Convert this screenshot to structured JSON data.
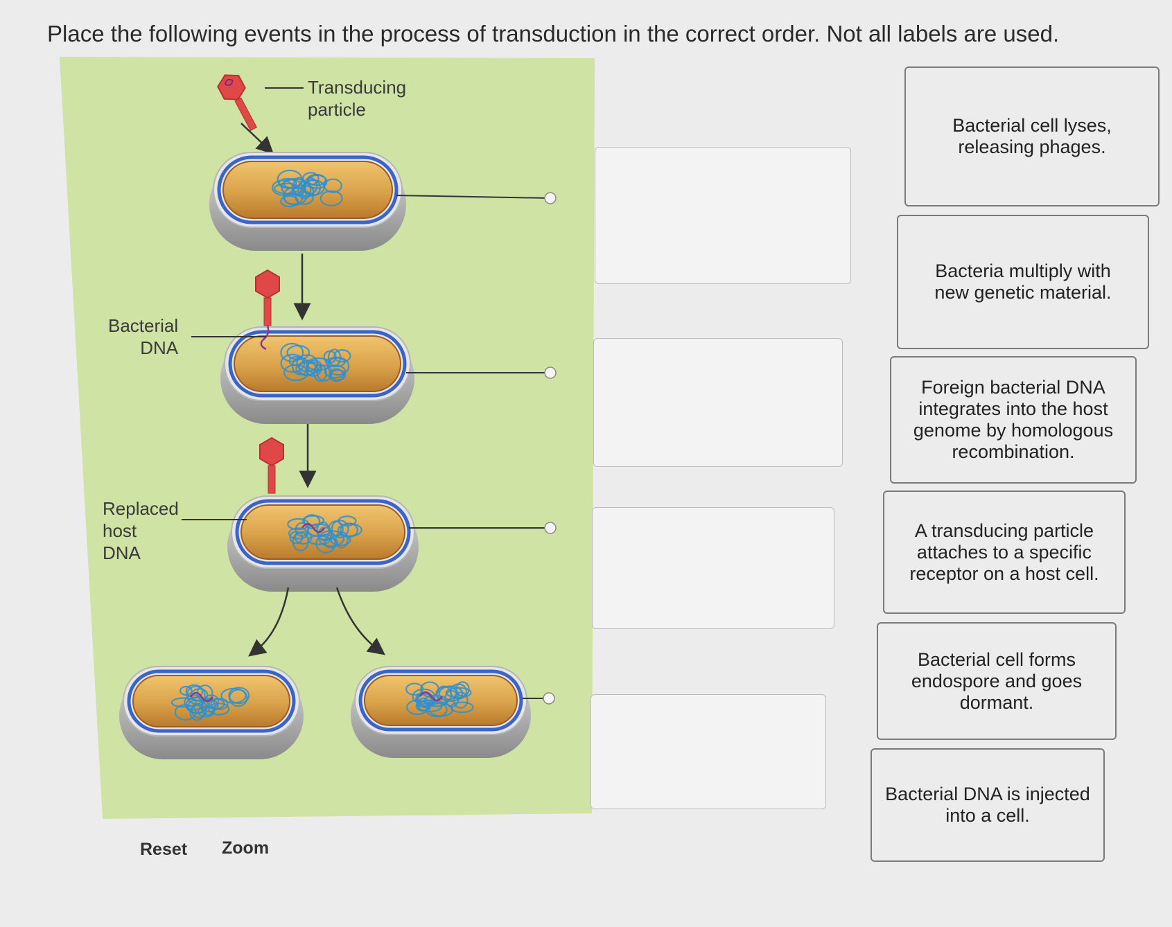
{
  "instruction": "Place the following events in the process of transduction in the correct order. Not all labels are used.",
  "diagram": {
    "labels": {
      "transducing_particle": "Transducing particle",
      "bacterial_dna": [
        "Bacterial",
        "DNA"
      ],
      "replaced_host_dna": [
        "Replaced",
        "host DNA"
      ]
    },
    "colors": {
      "background": "#cfe3a4",
      "cell_fill": "#d9a24a",
      "membrane_blue": "#3b64c8",
      "cell_wall_gray": "#9a9a9a",
      "dna_blue": "#2f8fd0",
      "phage_red": "#e04848"
    }
  },
  "dropzones": [
    "",
    "",
    "",
    ""
  ],
  "cards": [
    {
      "lines": [
        "Bacterial cell lyses,",
        "releasing phages."
      ]
    },
    {
      "lines": [
        "Bacteria multiply with",
        "new genetic material."
      ]
    },
    {
      "lines": [
        "Foreign bacterial DNA",
        "integrates into the host",
        "genome by homologous",
        "recombination."
      ]
    },
    {
      "lines": [
        "A transducing particle",
        "attaches to a specific",
        "receptor on a host cell."
      ]
    },
    {
      "lines": [
        "Bacterial cell forms",
        "endospore and goes",
        "dormant."
      ]
    },
    {
      "lines": [
        "Bacterial DNA is injected",
        "into a cell."
      ]
    }
  ],
  "controls": {
    "reset": "Reset",
    "zoom": "Zoom"
  }
}
